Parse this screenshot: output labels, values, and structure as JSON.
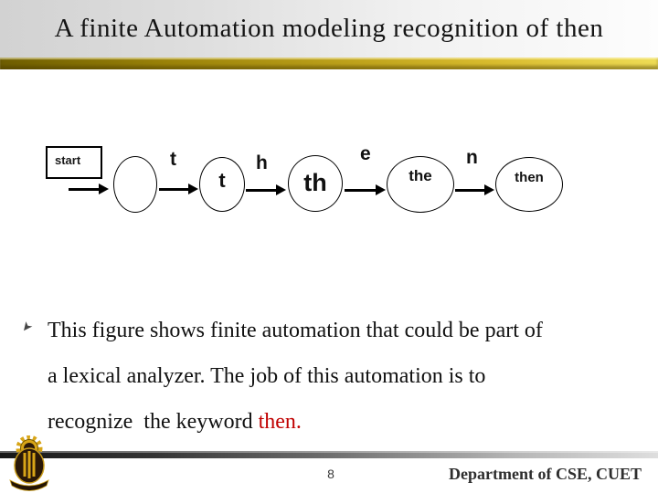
{
  "title": "A finite Automation modeling recognition of then",
  "colors": {
    "header_gray": "#d2d2d2",
    "gold_bar": "#c0a41c",
    "highlight_red": "#c00000",
    "footer_bar_dark": "#161616",
    "logo_gold": "#d8a517"
  },
  "diagram": {
    "start_label": "start",
    "states": [
      {
        "label": ""
      },
      {
        "label": "t"
      },
      {
        "label": "th"
      },
      {
        "label": "the"
      },
      {
        "label": "then"
      }
    ],
    "transitions": [
      {
        "label": "t"
      },
      {
        "label": "h"
      },
      {
        "label": "e"
      },
      {
        "label": "n"
      }
    ]
  },
  "body": {
    "bullet_icon": "arrow-bullet",
    "lines": [
      "This figure shows finite automation that could be part of",
      "a lexical analyzer. The job of this automation is to"
    ],
    "line3_prefix": "recognize  the keyword ",
    "line3_highlight": "then."
  },
  "footer": {
    "page_number": "8",
    "department": "Department of CSE, CUET"
  }
}
